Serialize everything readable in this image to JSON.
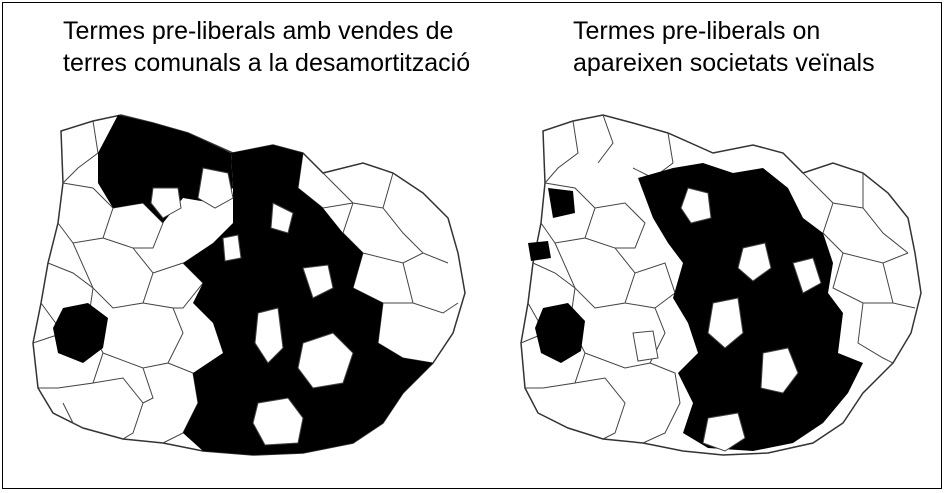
{
  "maps": [
    {
      "title_line1": "Termes pre-liberals amb vendes de",
      "title_line2": "terres comunals a la desamortització"
    },
    {
      "title_line1": "Termes pre-liberals on",
      "title_line2": "apareixen societats veïnals"
    }
  ],
  "colors": {
    "highlighted": "#000000",
    "other": "#ffffff",
    "border": "#333333"
  }
}
